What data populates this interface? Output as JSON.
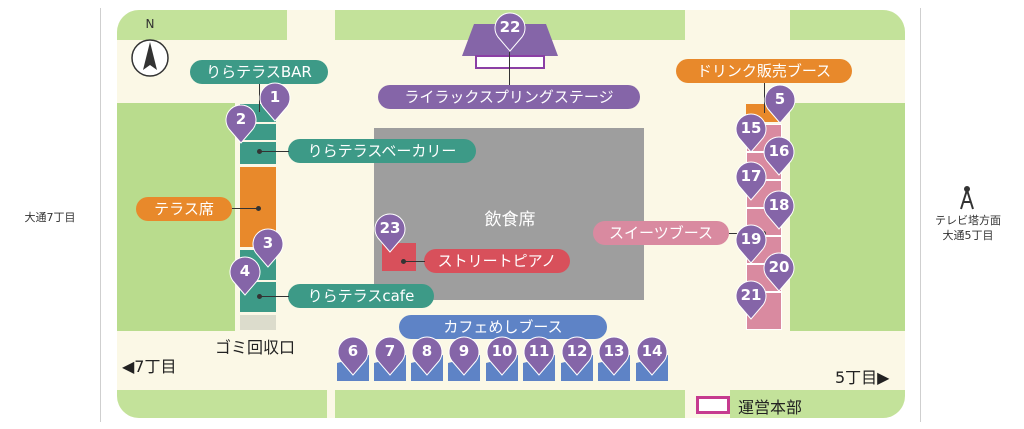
{
  "map": {
    "left_area_label": "大通7丁目",
    "right_area_label_line1": "テレビ塔方面",
    "right_area_label_line2": "大通5丁目",
    "compass_label": "N",
    "bottom_left_direction": "◀7丁目",
    "bottom_right_direction": "5丁目▶",
    "dining_area": "飲食席",
    "trash": "ゴミ回収口",
    "legend_hq": "運営本部",
    "colors": {
      "grass": "#b9dc8d",
      "teal": "#3d9a87",
      "orange": "#e8892b",
      "purple": "#8565a8",
      "blue": "#5e83c6",
      "red": "#d8505b",
      "pink": "#d98aa0"
    }
  },
  "labels": {
    "bar": "りらテラスBAR",
    "stage": "ライラックスプリングステージ",
    "bakery": "りらテラスベーカリー",
    "terrace_seats": "テラス席",
    "cafe": "りらテラスcafe",
    "drink": "ドリンク販売ブース",
    "sweets": "スイーツブース",
    "piano": "ストリートピアノ",
    "cafe_meshi": "カフェめしブース"
  },
  "pins": {
    "p1": "1",
    "p2": "2",
    "p3": "3",
    "p4": "4",
    "p5": "5",
    "p6": "6",
    "p7": "7",
    "p8": "8",
    "p9": "9",
    "p10": "10",
    "p11": "11",
    "p12": "12",
    "p13": "13",
    "p14": "14",
    "p15": "15",
    "p16": "16",
    "p17": "17",
    "p18": "18",
    "p19": "19",
    "p20": "20",
    "p21": "21",
    "p22": "22",
    "p23": "23"
  }
}
